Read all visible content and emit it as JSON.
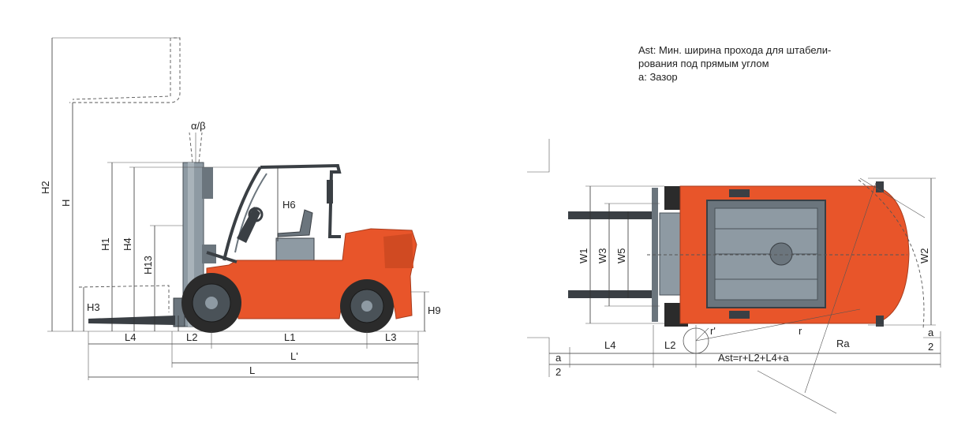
{
  "note": {
    "line1": "Ast: Мин. ширина прохода для штабели-",
    "line2": "рования под прямым углом",
    "line3": "а: Зазор"
  },
  "side_view": {
    "labels": {
      "h2": "H2",
      "h": "H",
      "h1": "H1",
      "h4": "H4",
      "h13": "H13",
      "h3": "H3",
      "h6": "H6",
      "h9": "H9",
      "alpha_beta": "α/β",
      "l4": "L4",
      "l2": "L2",
      "l1": "L1",
      "l3": "L3",
      "l_prime": "L'",
      "l": "L"
    }
  },
  "top_view": {
    "labels": {
      "w1": "W1",
      "w3": "W3",
      "w5": "W5",
      "w2": "W2",
      "l4": "L4",
      "l2": "L2",
      "r_prime": "r'",
      "r": "r",
      "ra": "Ra",
      "ast": "Ast=r+L2+L4+a",
      "a_left": "a",
      "two_left": "2",
      "a_right": "a",
      "two_right": "2"
    }
  },
  "colors": {
    "body_orange": "#e8552a",
    "frame_gray": "#8e9aa3",
    "dark": "#3a3f44",
    "tire": "#2b2b2b"
  }
}
